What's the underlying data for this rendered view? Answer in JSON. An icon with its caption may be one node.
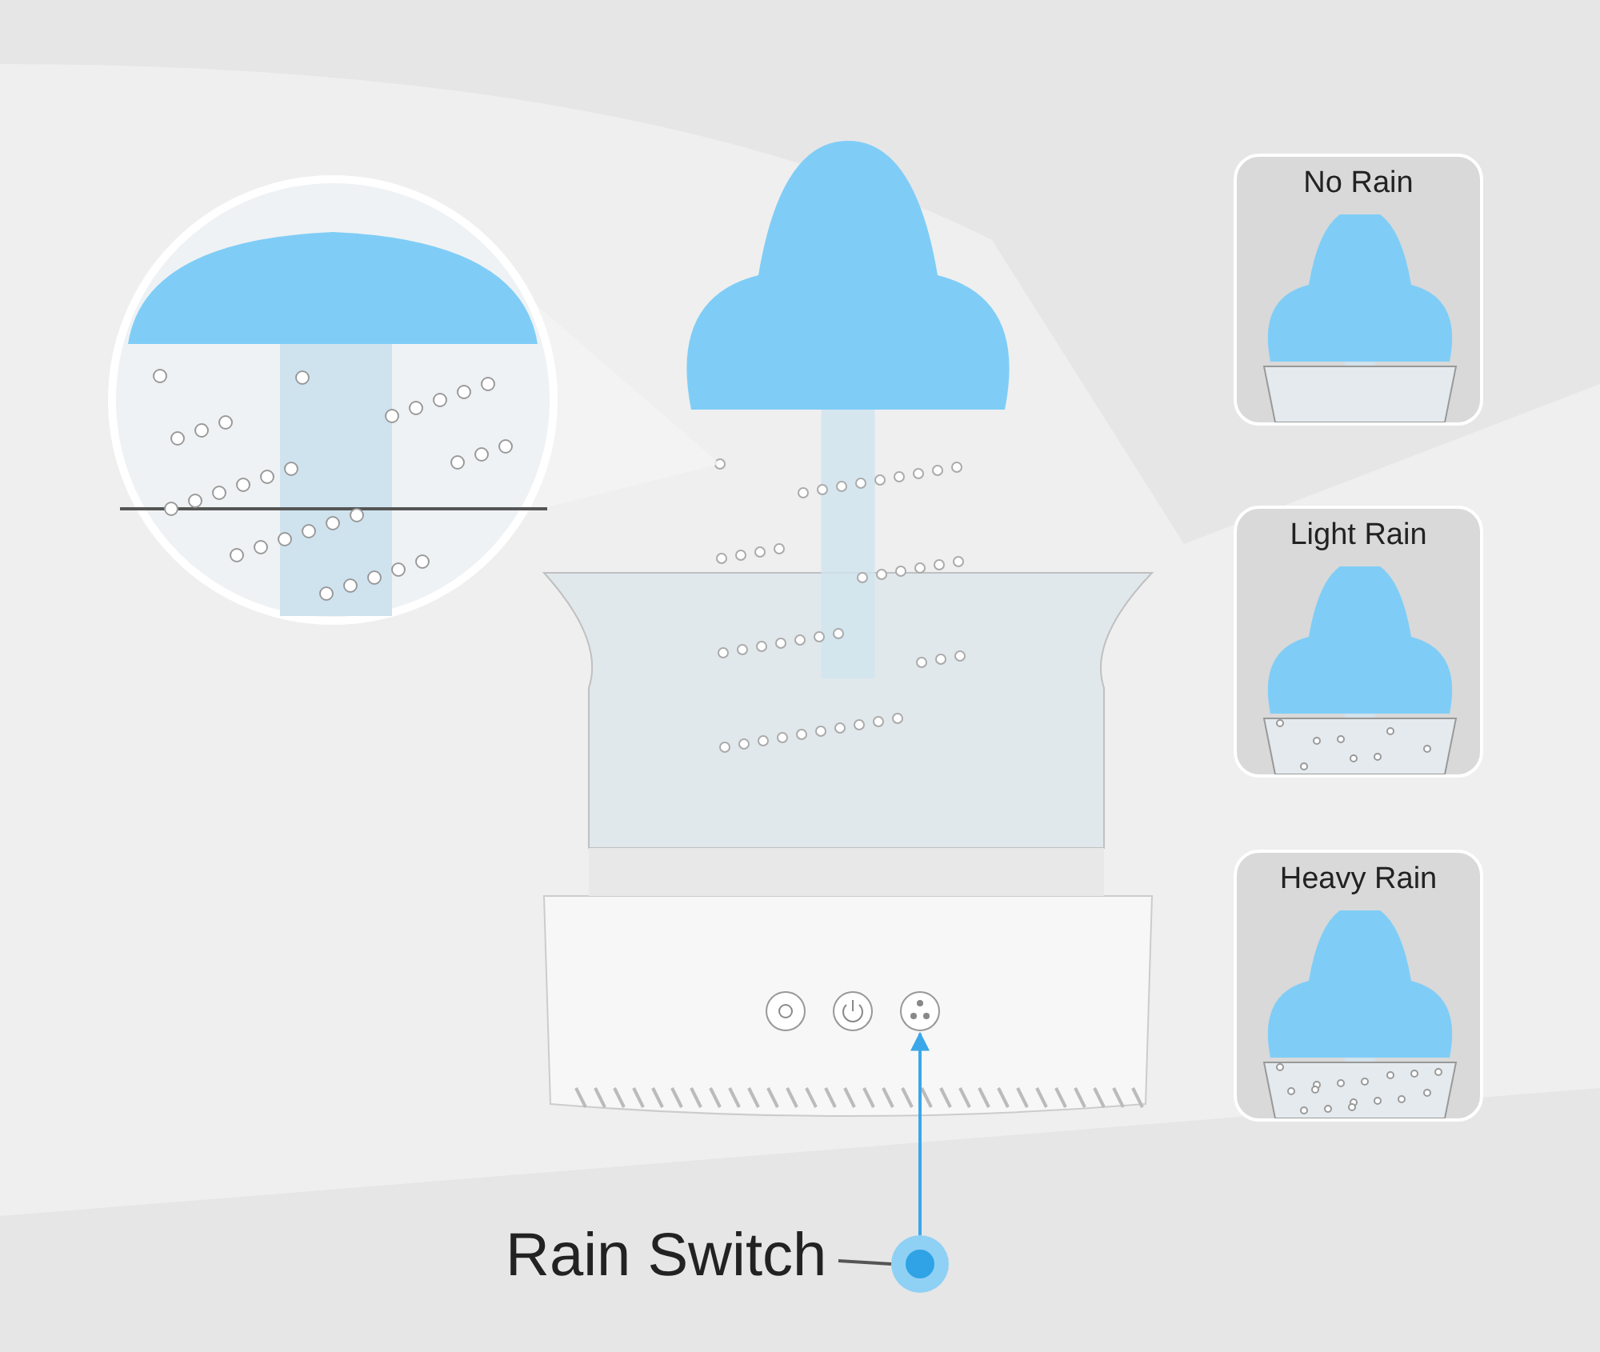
{
  "diagram": {
    "nodes": [
      {
        "text": [
          "No Rain"
        ]
      },
      {
        "text": [
          "Light Rain"
        ]
      },
      {
        "text": [
          "Heavy Rain"
        ]
      },
      {
        "text": [
          "Rain Switch"
        ]
      },
      {
        "text": [],
        "shape": "circle"
      },
      {
        "text": [],
        "shape": "circle"
      }
    ],
    "edges": [
      {
        "from": 3,
        "to": 5,
        "arrow": "none",
        "color": "#555555"
      },
      {
        "from": 5,
        "to": 4,
        "arrow": "to",
        "color": "#3aa8e8"
      }
    ]
  }
}
